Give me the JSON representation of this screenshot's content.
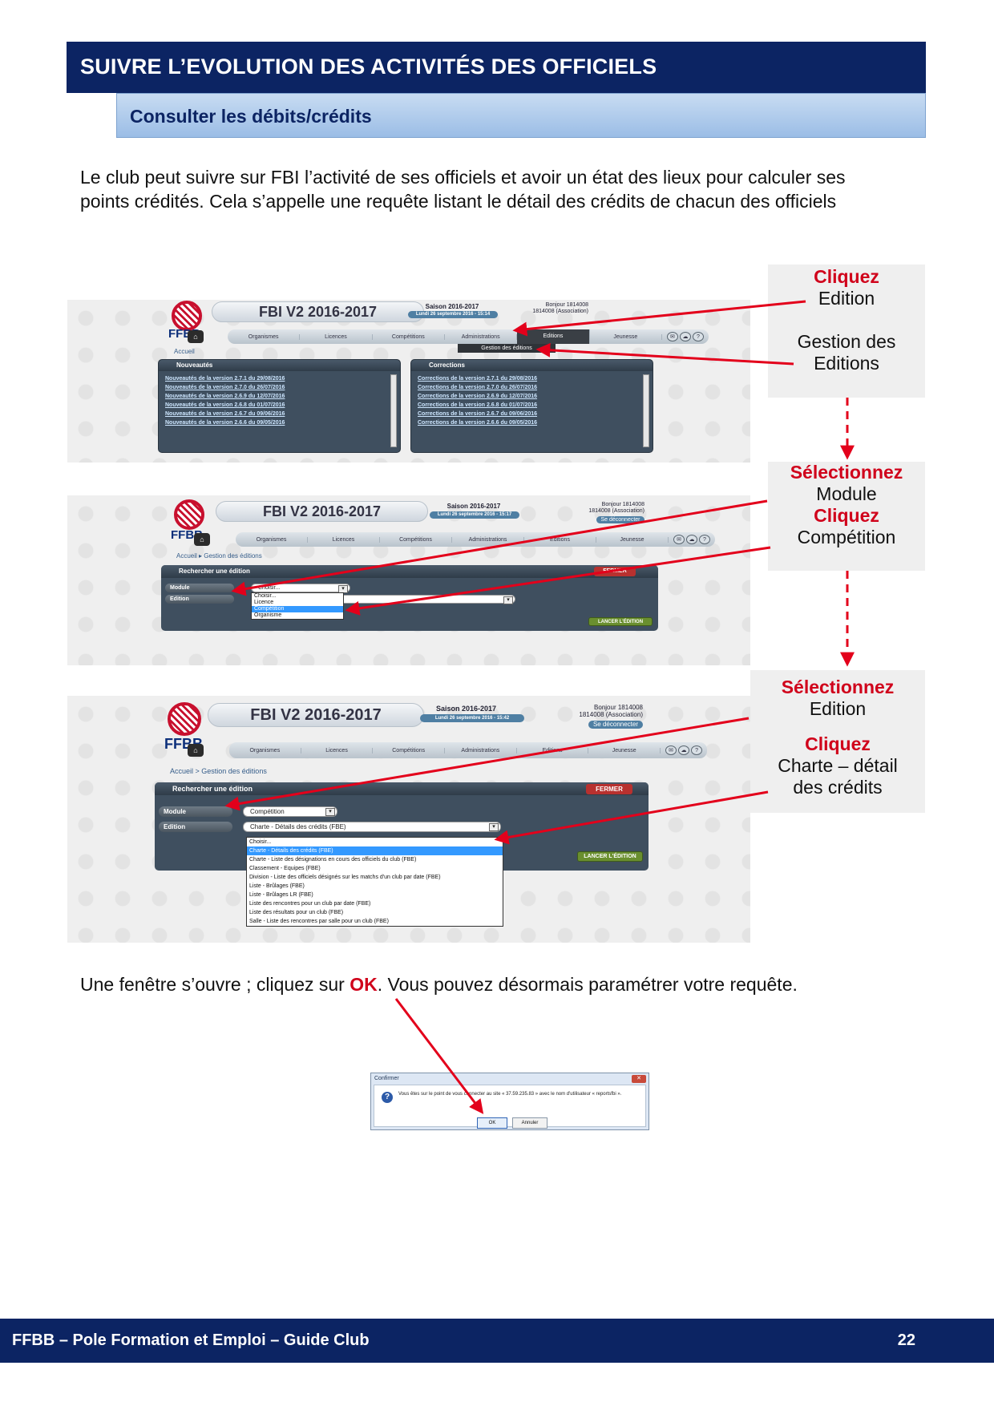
{
  "header": {
    "title": "SUIVRE L’EVOLUTION DES ACTIVITÉS DES OFFICIELS",
    "subtitle": "Consulter les débits/crédits"
  },
  "intro": "Le club peut suivre sur FBI l’activité de ses officiels et  avoir un état des lieux pour calculer ses points crédités. Cela s’appelle une requête listant le détail des crédits de chacun des officiels",
  "common": {
    "logo": "FFBB",
    "app_title": "FBI V2 2016-2017",
    "season": "Saison 2016-2017",
    "greeting": "Bonjour 1814008",
    "association": "1814008 (Association)",
    "logout": "Se déconnecter",
    "nav": [
      "Organismes",
      "Licences",
      "Compétitions",
      "Administrations",
      "Editions",
      "Jeunesse"
    ],
    "search_title": "Rechercher une édition",
    "close": "FERMER",
    "module_label": "Module",
    "edition_label": "Edition",
    "launch": "LANCER L'ÉDITION"
  },
  "step1": {
    "date": "Lundi 26 septembre 2016 - 15:14",
    "crumb": "Accueil",
    "submenu": "Gestion des éditions",
    "news_title": "Nouveautés",
    "news": [
      "Nouveautés de la version 2.7.1 du 29/08/2016",
      "Nouveautés de la version 2.7.0 du 26/07/2016",
      "Nouveautés de la version 2.6.9 du 12/07/2016",
      "Nouveautés de la version 2.6.8 du 01/07/2016",
      "Nouveautés de la version 2.6.7 du 09/06/2016",
      "Nouveautés de la version 2.6.6 du 09/05/2016"
    ],
    "corrections_title": "Corrections",
    "corrections": [
      "Corrections de la version 2.7.1 du 29/08/2016",
      "Corrections de la version 2.7.0 du 26/07/2016",
      "Corrections de la version 2.6.9 du 12/07/2016",
      "Corrections de la version 2.6.8 du 01/07/2016",
      "Corrections de la version 2.6.7 du 09/06/2016",
      "Corrections de la version 2.6.6 du 09/05/2016"
    ]
  },
  "step2": {
    "date": "Lundi 26 septembre 2016 - 15:17",
    "crumb": "Accueil ▸ Gestion des éditions",
    "module_value": "Choisir...",
    "options": [
      "Choisir...",
      "Licence",
      "Compétition",
      "Organisme"
    ]
  },
  "step3": {
    "date": "Lundi 26 septembre 2016 - 15:42",
    "crumb": "Accueil > Gestion des éditions",
    "module_value": "Compétition",
    "edition_value": "Charte - Détails des crédits (FBE)",
    "options": [
      "Choisir...",
      "Charte - Détails des crédits (FBE)",
      "Charte - Liste des désignations en cours des officiels du club (FBE)",
      "Classement - Equipes (FBE)",
      "Division - Liste des officiels désignés sur les matchs d'un club par date (FBE)",
      "Liste - Brûlages (FBE)",
      "Liste - Brûlages LR (FBE)",
      "Liste des rencontres pour un club par date (FBE)",
      "Liste des résultats pour un club (FBE)",
      "Salle - Liste des rencontres par salle pour un club (FBE)"
    ]
  },
  "callouts": {
    "c1_red": "Cliquez",
    "c1_line1": "Edition",
    "c1_line2": "Gestion des",
    "c1_line3": "Editions",
    "c2_red1": "Sélectionnez",
    "c2_line1": "Module",
    "c2_red2": "Cliquez",
    "c2_line2": "Compétition",
    "c3_red1": "Sélectionnez",
    "c3_line1": "Edition",
    "c3_red2": "Cliquez",
    "c3_line2": "Charte – détail",
    "c3_line3": "des crédits"
  },
  "ok_line": {
    "before": "Une fenêtre s’ouvre ; cliquez sur ",
    "ok": "OK",
    "after": ". Vous pouvez désormais paramétrer votre requête."
  },
  "dialog": {
    "title": "Confirmer",
    "message": "Vous êtes sur le point de vous connecter au site « 37.59.235.83 » avec le nom d'utilisateur « reportsfbi ».",
    "ok": "OK",
    "cancel": "Annuler"
  },
  "footer": {
    "left": "FFBB – Pole Formation et Emploi – Guide Club",
    "page": "22"
  },
  "colors": {
    "navy": "#0c2463",
    "accent_red": "#d0021b",
    "subtitle_blue": "#9bbde6"
  }
}
